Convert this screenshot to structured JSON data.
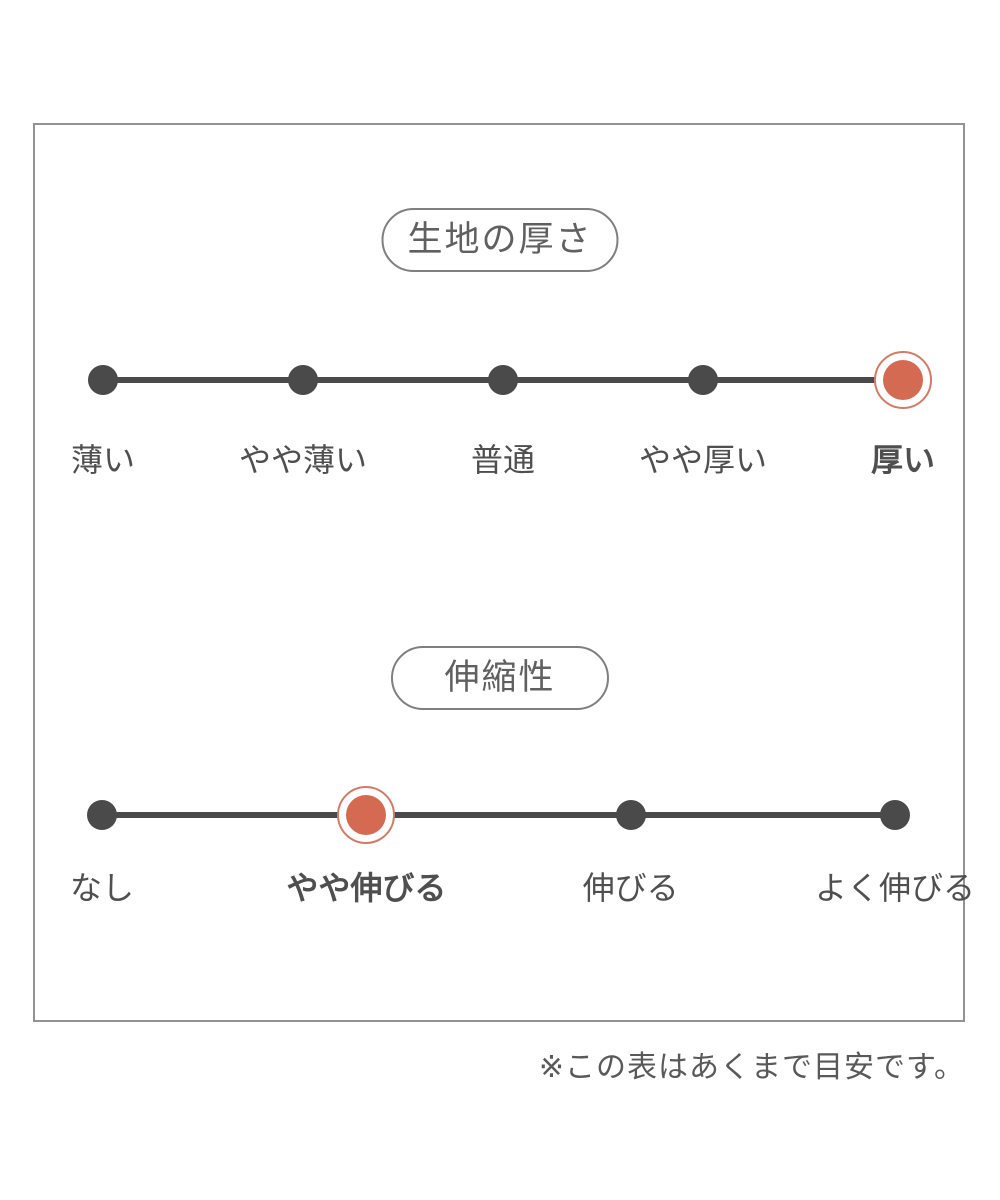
{
  "chart_data": [
    {
      "type": "scale",
      "layout": "horizontal-dot-scale",
      "title": "生地の厚さ",
      "categories": [
        "薄い",
        "やや薄い",
        "普通",
        "やや厚い",
        "厚い"
      ],
      "selected_index": 4,
      "selected_label": "厚い"
    },
    {
      "type": "scale",
      "layout": "horizontal-dot-scale",
      "title": "伸縮性",
      "categories": [
        "なし",
        "やや伸びる",
        "伸びる",
        "よく伸びる"
      ],
      "selected_index": 1,
      "selected_label": "やや伸びる"
    }
  ],
  "footnote": "※この表はあくまで目安です。",
  "colors": {
    "accent": "#d56a52",
    "accent_ring": "#cf7c66",
    "track": "#4a4a4a",
    "label_text": "#4f4f4f",
    "title_text": "#606060",
    "box_border": "#929292",
    "footnote_text": "#595959",
    "background": "#ffffff"
  }
}
